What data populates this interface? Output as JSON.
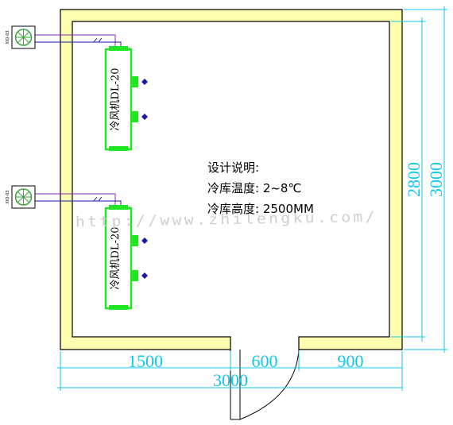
{
  "drawing": {
    "design_notes": {
      "heading": "设计说明:",
      "temperature_line": "冷库温度: 2~8℃",
      "height_line": "冷库高度: 2500MM"
    },
    "watermark": "http://www.zhilengku.com/",
    "air_cooler_label": "冷风机DL-20",
    "condensing_unit_label": "XIQ-03",
    "dimensions": {
      "bottom_segments": [
        "1500",
        "600",
        "900"
      ],
      "bottom_total": "3000",
      "right_inner": "2800",
      "right_total": "3000"
    }
  },
  "colors": {
    "wall_fill": "#ffffb0",
    "wall_stroke": "#000000",
    "dimension": "#11c8e8",
    "cooler_green": "#22e622",
    "pipe_purple": "#8a2aa8",
    "pipe_blue": "#1a1aa8",
    "fan_green": "#3aa83a"
  }
}
